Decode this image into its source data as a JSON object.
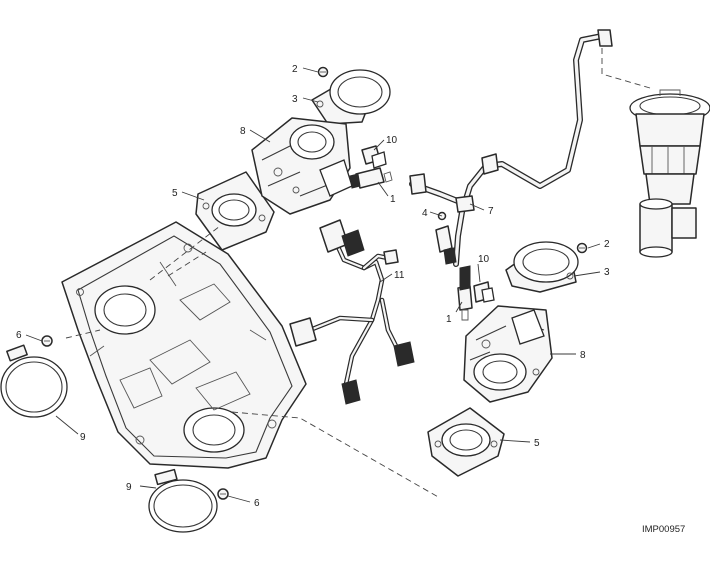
{
  "diagram": {
    "reference_code": "IMP00957",
    "callouts": {
      "c1a": "1",
      "c1b": "1",
      "c2a": "2",
      "c2b": "2",
      "c3a": "3",
      "c3b": "3",
      "c4": "4",
      "c5a": "5",
      "c5b": "5",
      "c6a": "6",
      "c6b": "6",
      "c7": "7",
      "c8a": "8",
      "c8b": "8",
      "c9a": "9",
      "c9b": "9",
      "c10a": "10",
      "c10b": "10",
      "c11": "11"
    }
  }
}
